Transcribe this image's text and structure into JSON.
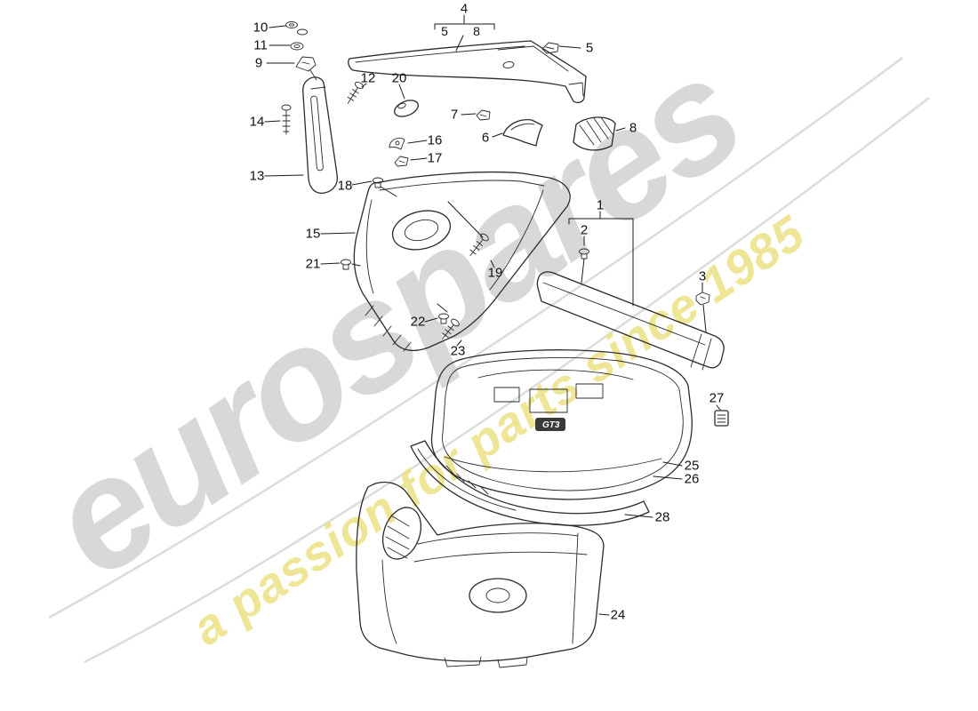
{
  "page": {
    "background_color": "#ffffff",
    "line_color": "#2b2b2b"
  },
  "watermark": {
    "brand_text": "eurospares",
    "brand_color": "#d8d8d8",
    "tagline_text": "a passion for parts since 1985",
    "tagline_color": "#ece184"
  },
  "diagram": {
    "emblem_text": "GT3"
  },
  "callouts": {
    "labels": [
      "1",
      "2",
      "3",
      "4",
      "5",
      "6",
      "7",
      "8",
      "9",
      "10",
      "11",
      "12",
      "13",
      "14",
      "15",
      "16",
      "17",
      "18",
      "19",
      "20",
      "21",
      "22",
      "23",
      "24",
      "25",
      "26",
      "27",
      "28"
    ],
    "assembly_4_sublabels": [
      "5",
      "8"
    ]
  }
}
